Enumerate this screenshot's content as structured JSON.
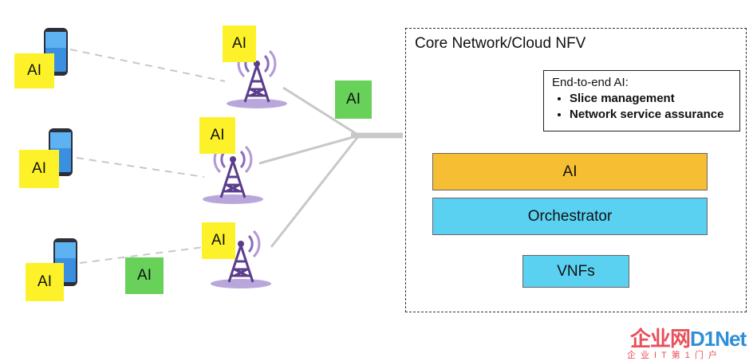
{
  "core_network": {
    "title": "Core Network/Cloud NFV",
    "end_to_end": {
      "heading": "End-to-end AI:",
      "items": [
        "Slice management",
        "Network service assurance"
      ]
    },
    "layers": {
      "ai": "AI",
      "orchestrator": "Orchestrator",
      "vnfs": "VNFs"
    }
  },
  "edge": {
    "device_tags": [
      "AI",
      "AI",
      "AI"
    ],
    "tower_tags": [
      "AI",
      "AI",
      "AI"
    ],
    "link_tag": "AI",
    "backhaul_tag": "AI"
  },
  "watermark": {
    "brand_a": "企业网",
    "brand_b": "D1Net",
    "tagline": "企业IT第1门户"
  },
  "colors": {
    "ai_tag_yellow": "#fdf22a",
    "ai_tag_green": "#67d15a",
    "ai_layer": "#f6bf33",
    "orchestrator_layer": "#5bd1f2",
    "tower": "#5b3d8c",
    "radio_waves": "#8a6bb8"
  }
}
